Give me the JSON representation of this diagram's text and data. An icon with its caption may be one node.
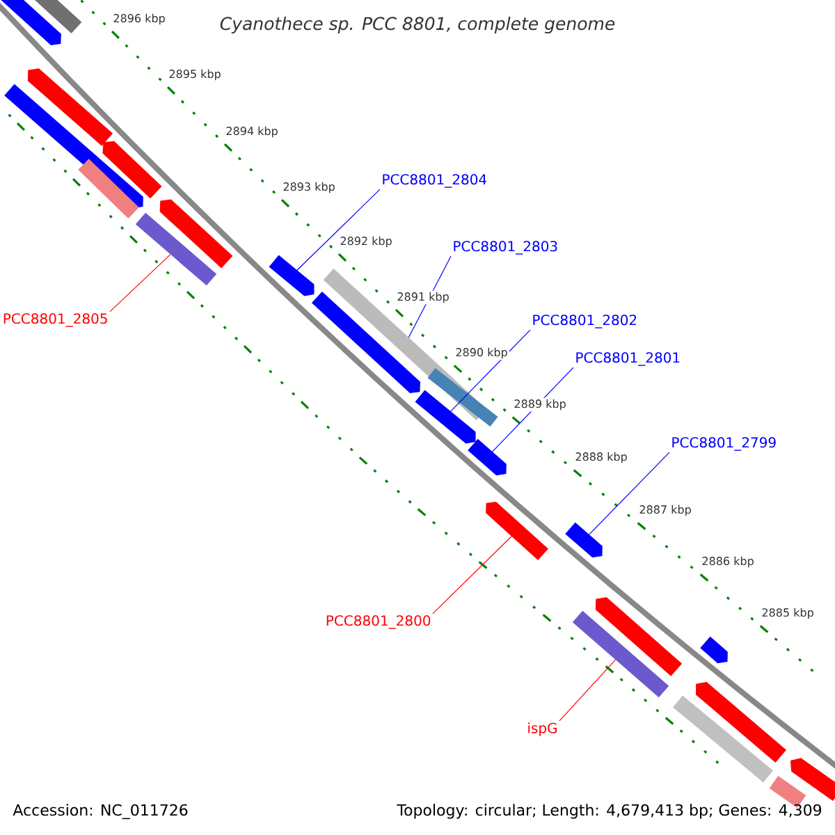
{
  "diagram": {
    "title": "*Cyanothece* sp. PCC 8801, complete genome",
    "nodes": [
      {
        "text": [
          "PCC8801_2804"
        ]
      },
      {
        "text": [
          "PCC8801_2803"
        ]
      },
      {
        "text": [
          "PCC8801_2802"
        ]
      },
      {
        "text": [
          "PCC8801_2801"
        ]
      },
      {
        "text": [
          "PCC8801_2799"
        ]
      },
      {
        "text": [
          "PCC8801_2805"
        ]
      },
      {
        "text": [
          "PCC8801_2800"
        ]
      },
      {
        "text": [
          "ispG"
        ]
      },
      {
        "text": [],
        "shape": "bar"
      },
      {
        "text": [],
        "shape": "bar"
      },
      {
        "text": [],
        "shape": "bar"
      },
      {
        "text": [],
        "shape": "bar"
      },
      {
        "text": [],
        "shape": "bar"
      },
      {
        "text": [],
        "shape": "bar"
      },
      {
        "text": [],
        "shape": "bar"
      },
      {
        "text": [],
        "shape": "bar"
      },
      {
        "text": [],
        "shape": "bar"
      },
      {
        "text": [],
        "shape": "bar"
      },
      {
        "text": [],
        "shape": "bar"
      },
      {
        "text": [],
        "shape": "bar"
      },
      {
        "text": [],
        "shape": "bar"
      },
      {
        "text": [],
        "shape": "bar"
      },
      {
        "text": [],
        "shape": "bar"
      },
      {
        "text": [],
        "shape": "bar"
      },
      {
        "text": [],
        "shape": "bar"
      },
      {
        "text": [],
        "shape": "bar"
      },
      {
        "text": [],
        "shape": "bar"
      },
      {
        "text": [],
        "shape": "bar"
      },
      {
        "text": [],
        "shape": "bar"
      },
      {
        "text": [],
        "shape": "bar"
      },
      {
        "text": [],
        "shape": "bar"
      }
    ],
    "edges": [
      {
        "from": 0,
        "to": 16,
        "arrow": "none"
      },
      {
        "from": 1,
        "to": 18,
        "arrow": "none"
      },
      {
        "from": 2,
        "to": 20,
        "arrow": "none"
      },
      {
        "from": 3,
        "to": 21,
        "arrow": "none"
      },
      {
        "from": 4,
        "to": 23,
        "arrow": "none"
      },
      {
        "from": 5,
        "to": 14,
        "arrow": "none",
        "color": "#ff0000"
      },
      {
        "from": 6,
        "to": 22,
        "arrow": "none",
        "color": "#ff0000"
      },
      {
        "from": 7,
        "to": 24,
        "arrow": "none",
        "color": "#ff0000"
      }
    ],
    "labels": [
      "2896 kbp",
      "2895 kbp",
      "2894 kbp",
      "2893 kbp",
      "2892 kbp",
      "2891 kbp",
      "2890 kbp",
      "2889 kbp",
      "2888 kbp",
      "2887 kbp",
      "2886 kbp",
      "2885 kbp",
      "Accession: NC_011726",
      "Topology: circular; Length: 4,679,413 bp; Genes: 4,309"
    ]
  }
}
